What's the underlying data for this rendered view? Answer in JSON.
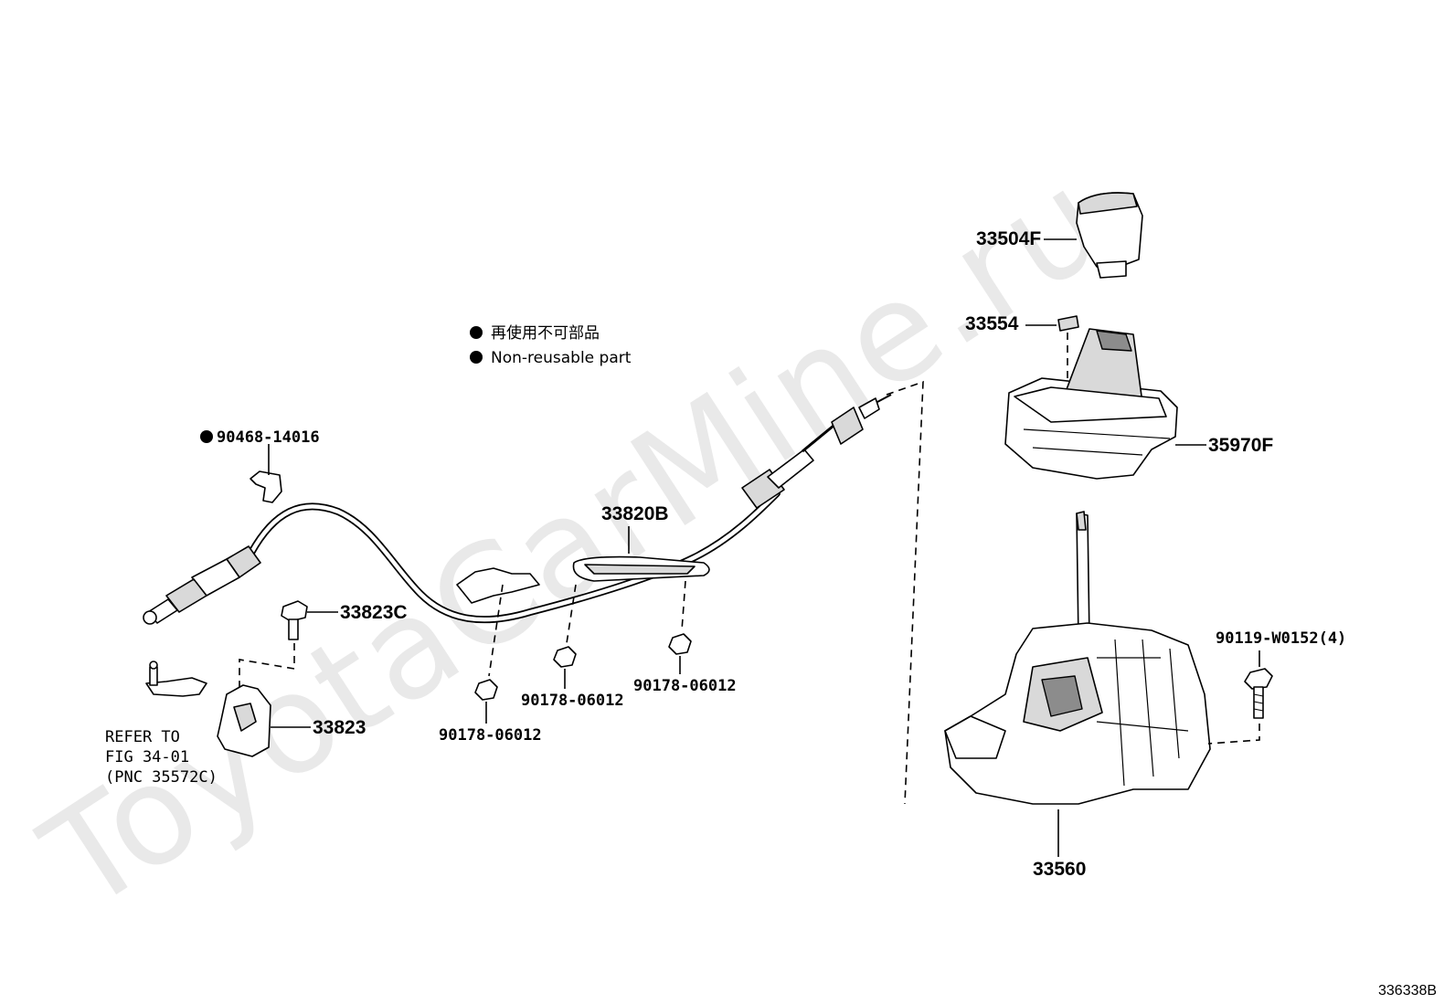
{
  "watermark": "ToyotaCarMine.ru",
  "legend": {
    "line_ja": "再使用不可部品",
    "line_en": "Non-reusable part"
  },
  "labels": {
    "p33504F": "33504F",
    "p33554": "33554",
    "p35970F": "35970F",
    "p90468": "90468-14016",
    "p33820B": "33820B",
    "p33823C": "33823C",
    "p33823": "33823",
    "p90178_a": "90178-06012",
    "p90178_b": "90178-06012",
    "p90178_c": "90178-06012",
    "p90119": "90119-W0152(4)",
    "p33560": "33560"
  },
  "reference": {
    "line1": "REFER TO",
    "line2": "FIG 34-01",
    "line3": "(PNC 35572C)"
  },
  "figure_id": "336338B"
}
